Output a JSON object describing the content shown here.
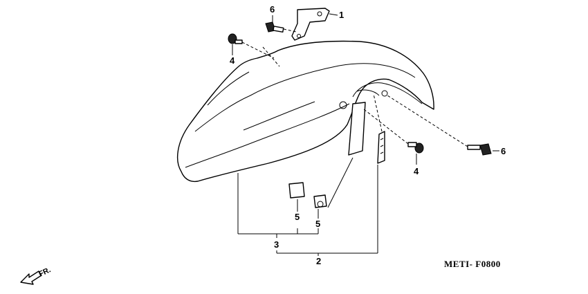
{
  "callouts": {
    "c1": "1",
    "c2": "2",
    "c3": "3",
    "c4_left": "4",
    "c4_right": "4",
    "c5_left": "5",
    "c5_right": "5",
    "c6_top": "6",
    "c6_right": "6"
  },
  "diagram_code": "METI- F0800",
  "direction_label": "FR."
}
